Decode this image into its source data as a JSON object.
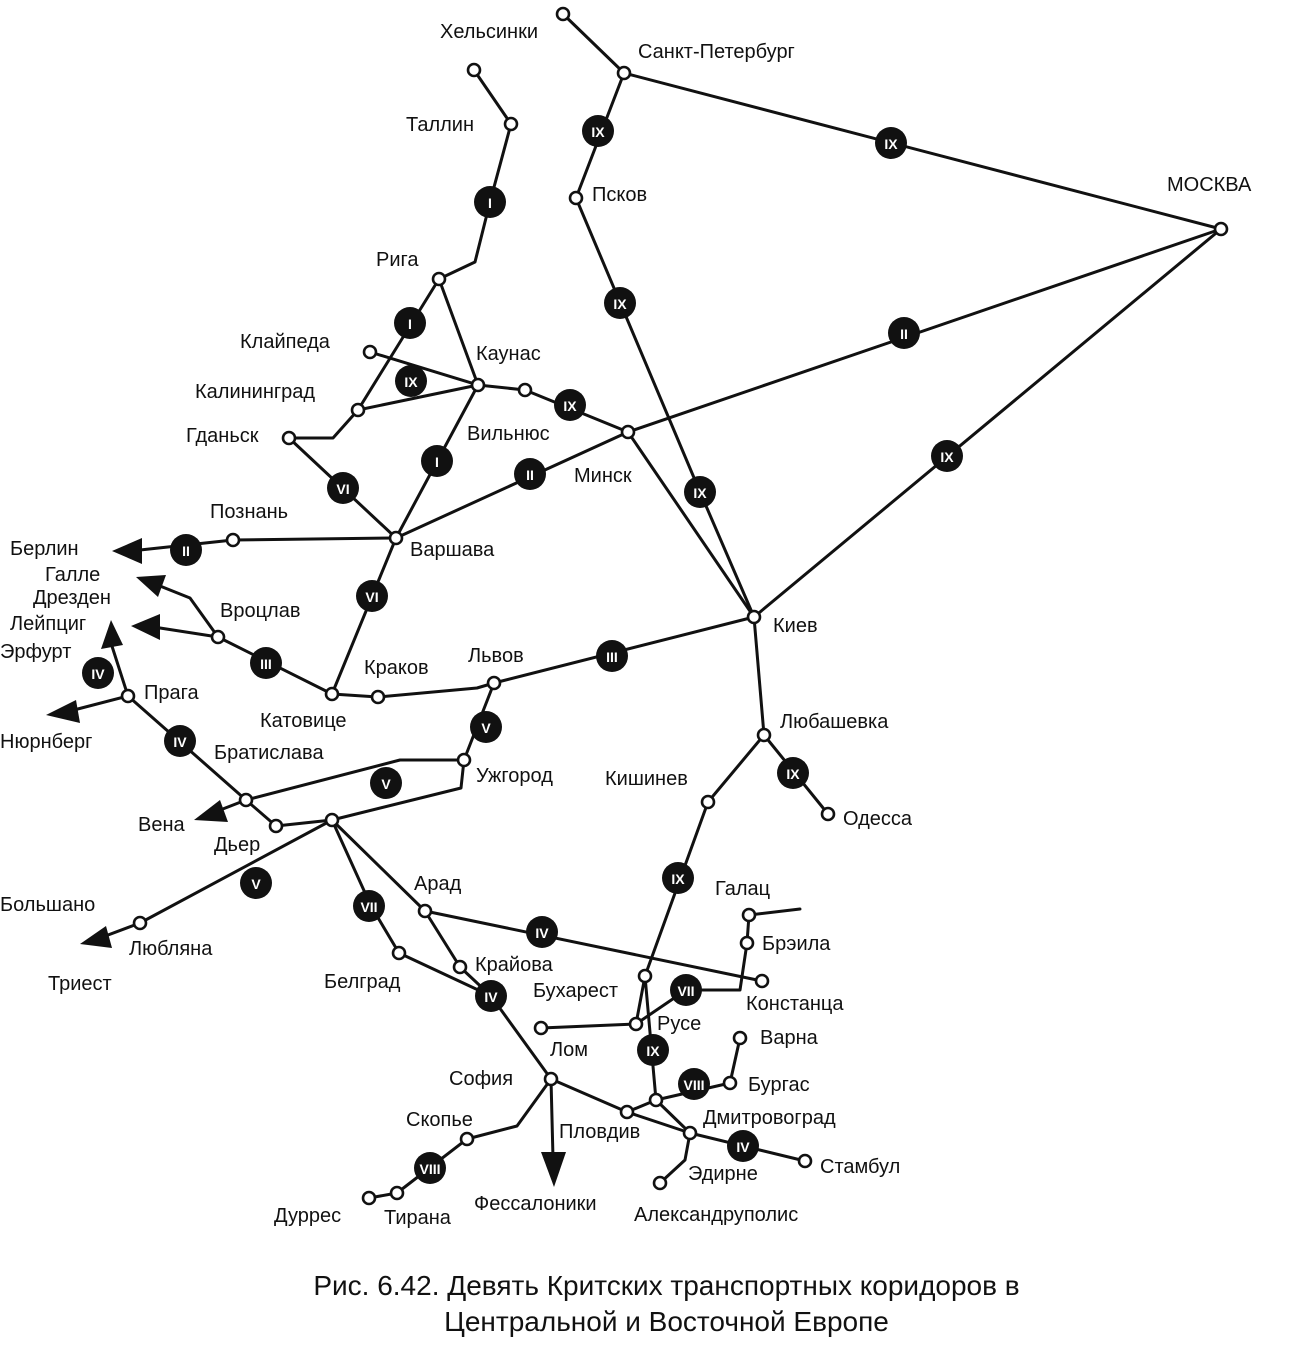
{
  "caption": {
    "line1": "Рис. 6.42. Девять Критских транспортных коридоров в",
    "line2": "Центральной  и Восточной Европе"
  },
  "colors": {
    "ink": "#111111",
    "background": "#ffffff"
  },
  "corridors": [
    {
      "id": "I",
      "label": "I"
    },
    {
      "id": "II",
      "label": "II"
    },
    {
      "id": "III",
      "label": "III"
    },
    {
      "id": "IV",
      "label": "IV"
    },
    {
      "id": "V",
      "label": "V"
    },
    {
      "id": "VI",
      "label": "VI"
    },
    {
      "id": "VII",
      "label": "VII"
    },
    {
      "id": "VIII",
      "label": "VIII"
    },
    {
      "id": "IX",
      "label": "IX"
    }
  ],
  "cities": {
    "helsinki": "Хельсинки",
    "spb": "Санкт-Петербург",
    "tallinn": "Таллин",
    "pskov": "Псков",
    "moscow": "МОСКВА",
    "riga": "Рига",
    "klaipeda": "Клайпеда",
    "kaunas": "Каунас",
    "kaliningrad": "Калининград",
    "gdansk": "Гданьск",
    "vilnius": "Вильнюс",
    "minsk": "Минск",
    "poznan": "Познань",
    "berlin": "Берлин",
    "warsaw": "Варшава",
    "halle": "Галле",
    "dresden": "Дрезден",
    "wroclaw": "Вроцлав",
    "leipzig": "Лейпциг",
    "kiev": "Киев",
    "erfurt": "Эрфурт",
    "krakow": "Краков",
    "lviv": "Львов",
    "prague": "Прага",
    "katowice": "Катовице",
    "nuremberg": "Нюрнберг",
    "bratislava": "Братислава",
    "lyubashevka": "Любашевка",
    "uzhgorod": "Ужгород",
    "chisinau": "Кишинев",
    "vienna": "Вена",
    "odessa": "Одесса",
    "gyor": "Дьер",
    "arad": "Арад",
    "galati": "Галац",
    "bolshano": "Большано",
    "ljubljana": "Любляна",
    "braila": "Брэила",
    "craiova": "Крайова",
    "trieste": "Триест",
    "belgrade": "Белград",
    "bucharest": "Бухарест",
    "constanta": "Констанца",
    "ruse": "Русе",
    "varna": "Варна",
    "lom": "Лом",
    "sofia": "София",
    "burgas": "Бургас",
    "dimitrovgrad": "Дмитровоград",
    "skopje": "Скопье",
    "plovdiv": "Пловдив",
    "istanbul": "Стамбул",
    "edirne": "Эдирне",
    "durres": "Дуррес",
    "tirana": "Тирана",
    "thessaloniki": "Фессалоники",
    "alexandroupolis": "Александруполис"
  }
}
